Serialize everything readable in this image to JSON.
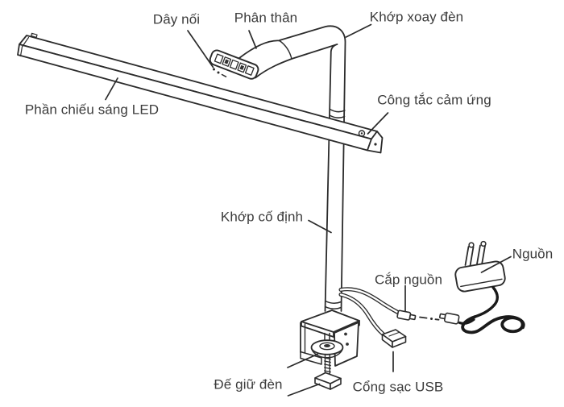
{
  "diagram": {
    "background_color": "#ffffff",
    "line_color": "#2b2b2b",
    "text_color": "#3b3b3b",
    "labels": [
      {
        "id": "day-noi",
        "text": "Dây nối"
      },
      {
        "id": "phan-than",
        "text": "Phân thân"
      },
      {
        "id": "khop-xoay-den",
        "text": "Khớp xoay đèn"
      },
      {
        "id": "phan-chieu-sang-led",
        "text": "Phần chiếu sáng LED"
      },
      {
        "id": "cong-tac-cam-ung",
        "text": "Công tắc cảm ứng"
      },
      {
        "id": "khop-co-dinh",
        "text": "Khớp cố định"
      },
      {
        "id": "nguon",
        "text": "Nguồn"
      },
      {
        "id": "cap-nguon",
        "text": "Cắp nguồn"
      },
      {
        "id": "de-giu-den",
        "text": "Đế giữ đèn"
      },
      {
        "id": "cong-sac-usb",
        "text": "Cổng sạc USB"
      }
    ],
    "parts": [
      "connector-wire",
      "lamp-body-connector",
      "lamp-swivel-joint",
      "led-light-bar",
      "touch-switch",
      "fixed-joint-pole",
      "power-adapter",
      "power-cable-connector",
      "clamp-base",
      "usb-charging-port"
    ]
  }
}
